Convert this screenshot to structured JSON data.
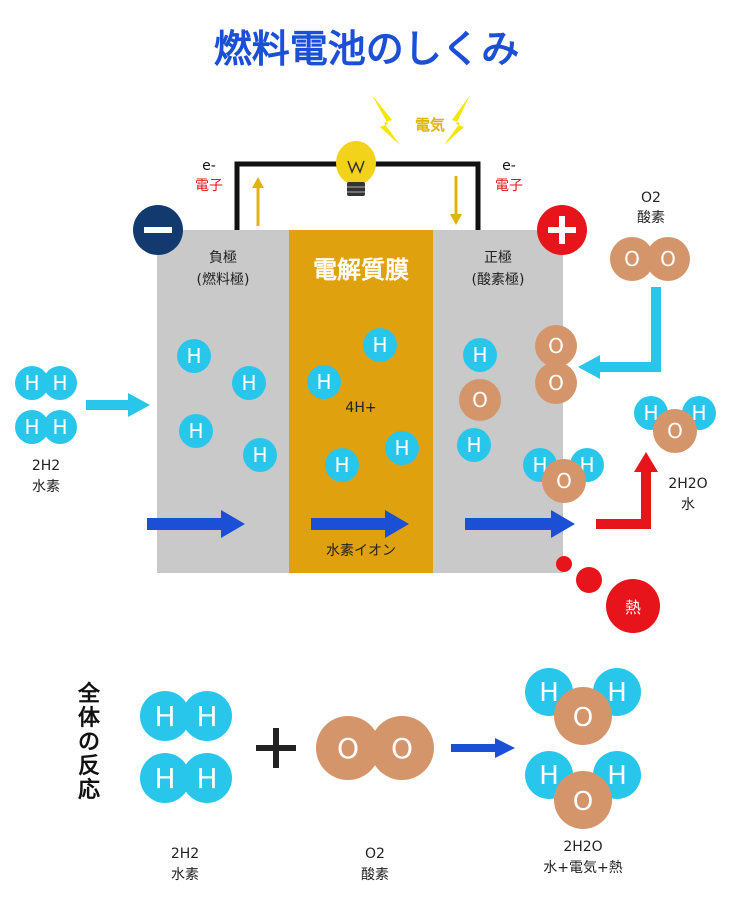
{
  "title": "燃料電池のしくみ",
  "colors": {
    "title": "#1a4fd6",
    "hydrogen": "#29c6ec",
    "oxygen": "#d4956b",
    "electrolyte": "#e0a10e",
    "electrode": "#c9c9c9",
    "flow_arrow": "#1a4fd6",
    "inlet_arrow": "#29c6ec",
    "heat": "#e8141b",
    "electron": "#e0b40e",
    "negative": "#123a6e",
    "positive": "#e8141b"
  },
  "icons": [
    "light-bulb-icon",
    "lightning-icon",
    "minus-icon",
    "plus-icon"
  ],
  "cell": {
    "electricity": "電気",
    "electron_left": {
      "symbol": "e-",
      "label": "電子"
    },
    "electron_right": {
      "symbol": "e-",
      "label": "電子"
    },
    "anode": {
      "line1": "負極",
      "line2": "(燃料極)"
    },
    "electrolyte": "電解質膜",
    "cathode": {
      "line1": "正極",
      "line2": "(酸素極)"
    },
    "ion_count": "4H+",
    "ion_label": "水素イオン",
    "heat": "熱",
    "h": "H",
    "o": "O"
  },
  "inputs": {
    "hydrogen": {
      "formula": "2H2",
      "label": "水素"
    },
    "oxygen": {
      "formula": "O2",
      "label": "酸素"
    }
  },
  "output": {
    "formula": "2H2O",
    "label": "水"
  },
  "reaction": {
    "heading": "全体の反応",
    "h2": {
      "formula": "2H2",
      "label": "水素"
    },
    "o2": {
      "formula": "O2",
      "label": "酸素"
    },
    "product": {
      "formula": "2H2O",
      "label": "水+電気+熱"
    }
  }
}
